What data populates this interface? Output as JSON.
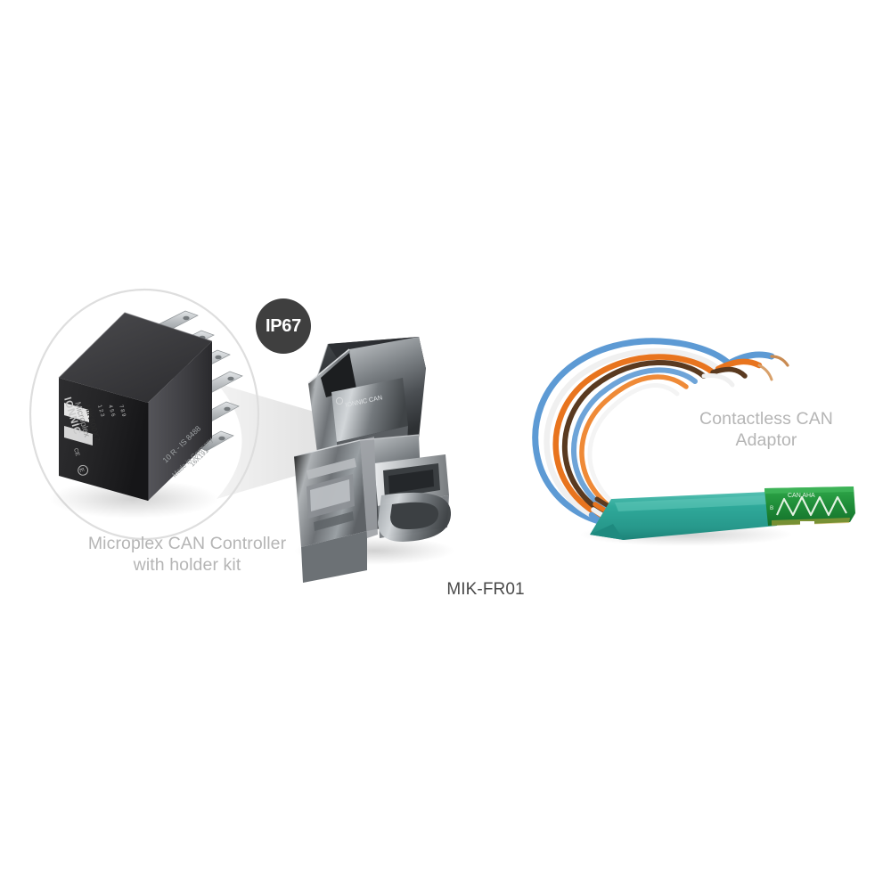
{
  "page": {
    "background": "#ffffff",
    "kind": "product-photo-composite"
  },
  "badge": {
    "label": "IP67",
    "bg": "#3f3f3f",
    "fg": "#ffffff",
    "name": "ip-rating-badge"
  },
  "captions": {
    "left": "Microplex CAN Controller\nwith holder kit",
    "center": "MIK-FR01",
    "right": "Contactless CAN\nAdaptor",
    "left_color": "#b5b5b5",
    "right_color": "#b5b5b5",
    "center_color": "#4a4a4a"
  },
  "magnifier": {
    "name": "magnifier-circle",
    "stroke": "#dcdcdc",
    "cone_fill": "#ececec"
  },
  "products": {
    "relay": {
      "name": "microplex-can-controller-relay",
      "body_color": "#2b2b2d",
      "top_face_color": "#3c3c3e",
      "side_face_color": "#4a4a4c",
      "pin_color": "#b9bcbe",
      "pin_count": 6,
      "label_lines": [
        "IONNIC",
        "Microplex",
        "MIK600X7"
      ],
      "marking_right": [
        "10R-IS 8488",
        "Made in Germany",
        "16X191"
      ],
      "marking_approval": "E"
    },
    "holder": {
      "name": "mik-fr01-holder-kit",
      "metal_light": "#c8cbcd",
      "metal_mid": "#8d9194",
      "metal_dark": "#3a3d40",
      "label_text": "IONNIC CAN"
    },
    "adaptor": {
      "name": "contactless-can-adaptor",
      "sheath_color": "#2fa99a",
      "pcb_color": "#1e8a3a",
      "pcb_trace_color": "#cfead6",
      "pcb_text": "CAN AHA",
      "wires": [
        {
          "label": "blue",
          "color": "#5d9ad4"
        },
        {
          "label": "orange",
          "color": "#e8741e"
        },
        {
          "label": "brown",
          "color": "#5a3a20"
        },
        {
          "label": "white",
          "color": "#f2f2f2"
        }
      ]
    }
  }
}
